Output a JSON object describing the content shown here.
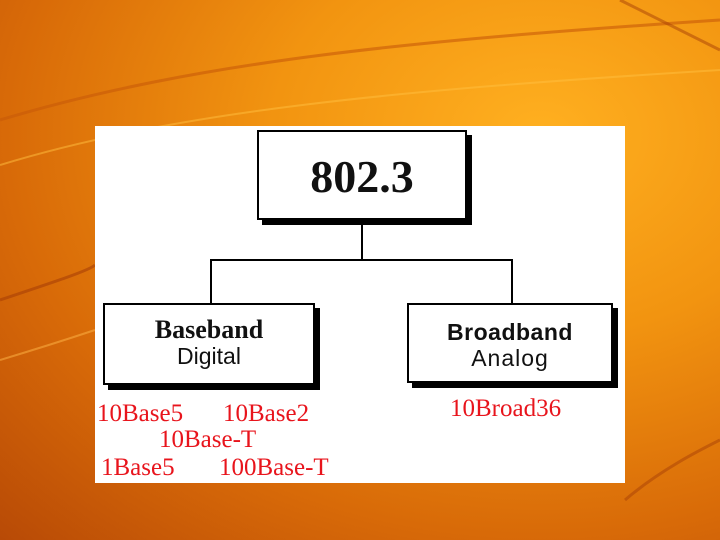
{
  "diagram": {
    "root": {
      "label": "802.3"
    },
    "baseband": {
      "title": "Baseband",
      "subtitle": "Digital"
    },
    "broadband": {
      "title": "Broadband",
      "subtitle": "Analog"
    },
    "baseband_variants": [
      "10Base5",
      "10Base2",
      "10Base-T",
      "1Base5",
      "100Base-T"
    ],
    "broadband_variants": [
      "10Broad36"
    ]
  },
  "colors": {
    "variant_text": "#e8141c",
    "background_orange": "#f29410"
  }
}
